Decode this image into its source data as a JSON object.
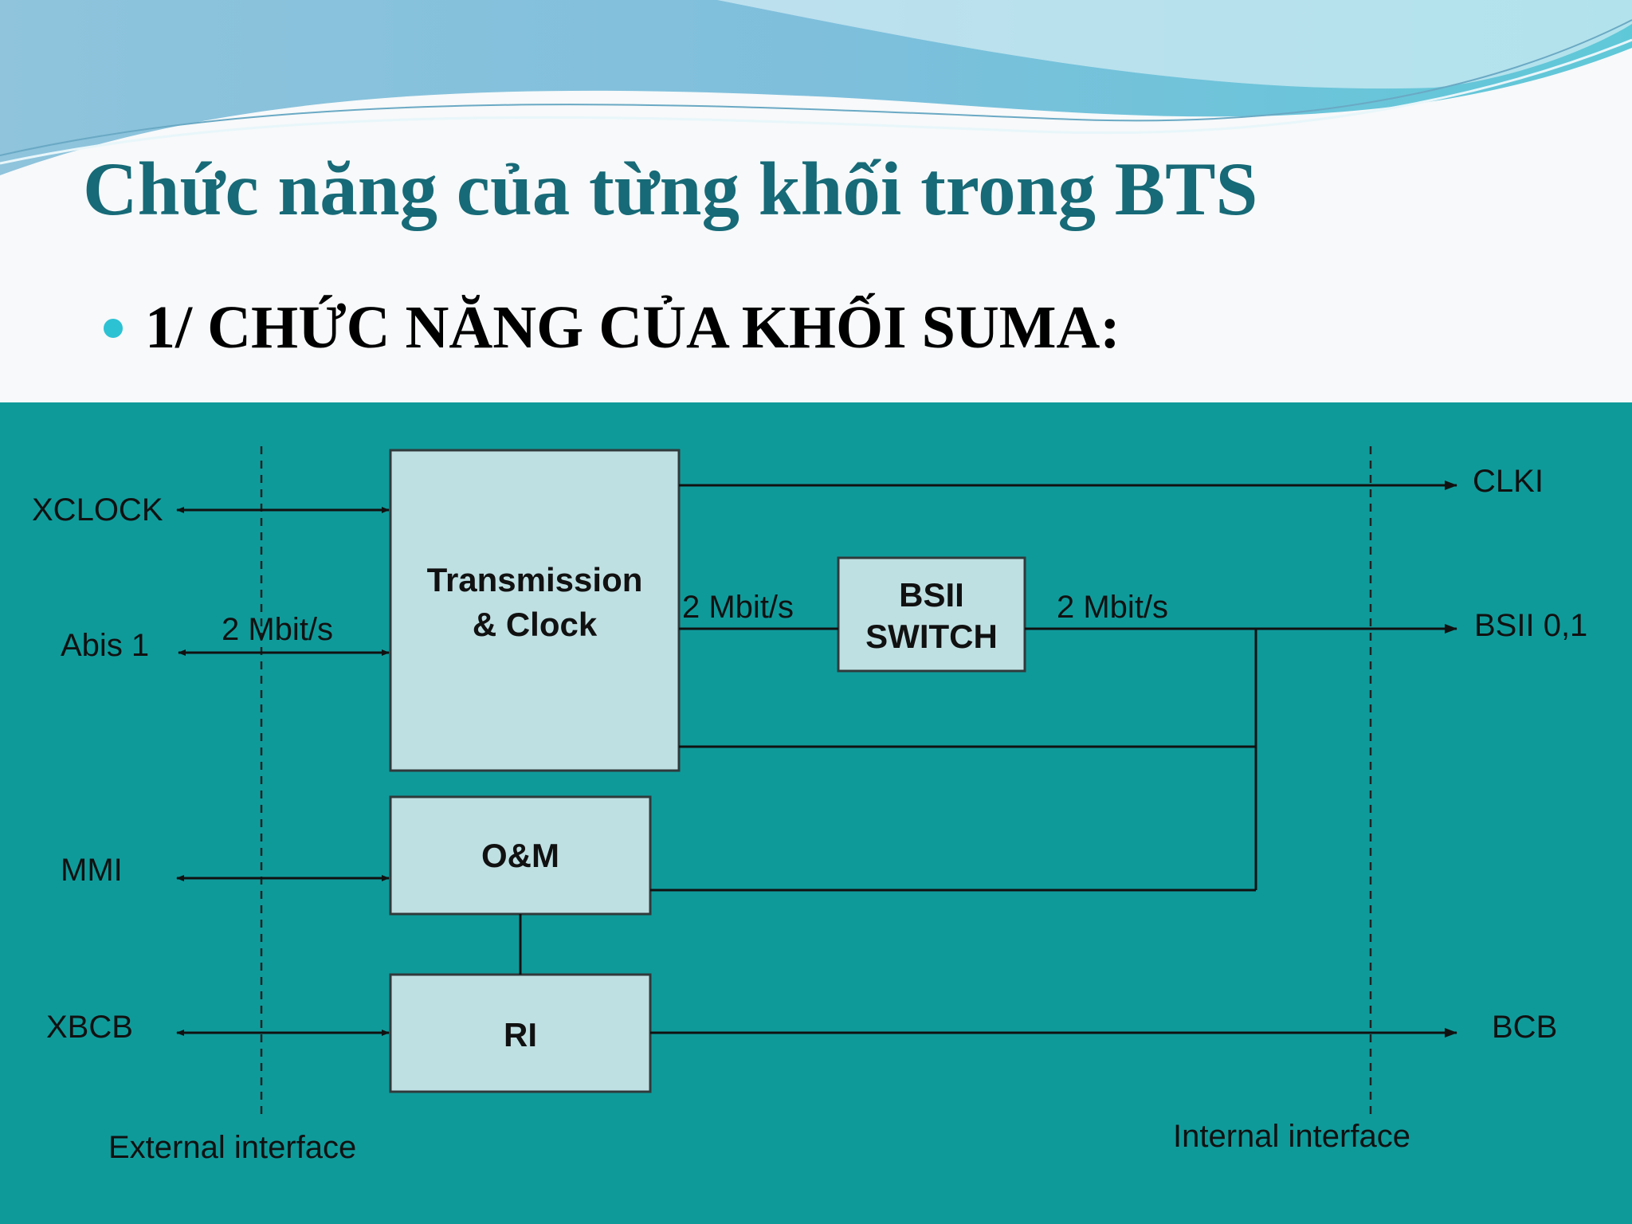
{
  "slide": {
    "title": "Chức năng của từng khối trong BTS",
    "bullet": "1/ CHỨC NĂNG CỦA KHỐI SUMA:"
  },
  "colors": {
    "title": "#176a77",
    "bullet_dot": "#2cc2d4",
    "diagram_bg": "#0f9a9a",
    "block_fill": "#bfe0e3"
  },
  "diagram": {
    "blocks": {
      "transmission_line1": "Transmission",
      "transmission_line2": "& Clock",
      "bsii_line1": "BSII",
      "bsii_line2": "SWITCH",
      "om": "O&M",
      "ri": "RI"
    },
    "left_ports": {
      "xclock": "XCLOCK",
      "abis": "Abis 1",
      "mmi": "MMI",
      "xbcb": "XBCB"
    },
    "right_ports": {
      "clki": "CLKI",
      "bsii": "BSII 0,1",
      "bcb": "BCB"
    },
    "rates": {
      "abis_rate": "2 Mbit/s",
      "tc_to_bsii": "2 Mbit/s",
      "bsii_out": "2 Mbit/s"
    },
    "interfaces": {
      "external": "External interface",
      "internal": "Internal interface"
    }
  }
}
